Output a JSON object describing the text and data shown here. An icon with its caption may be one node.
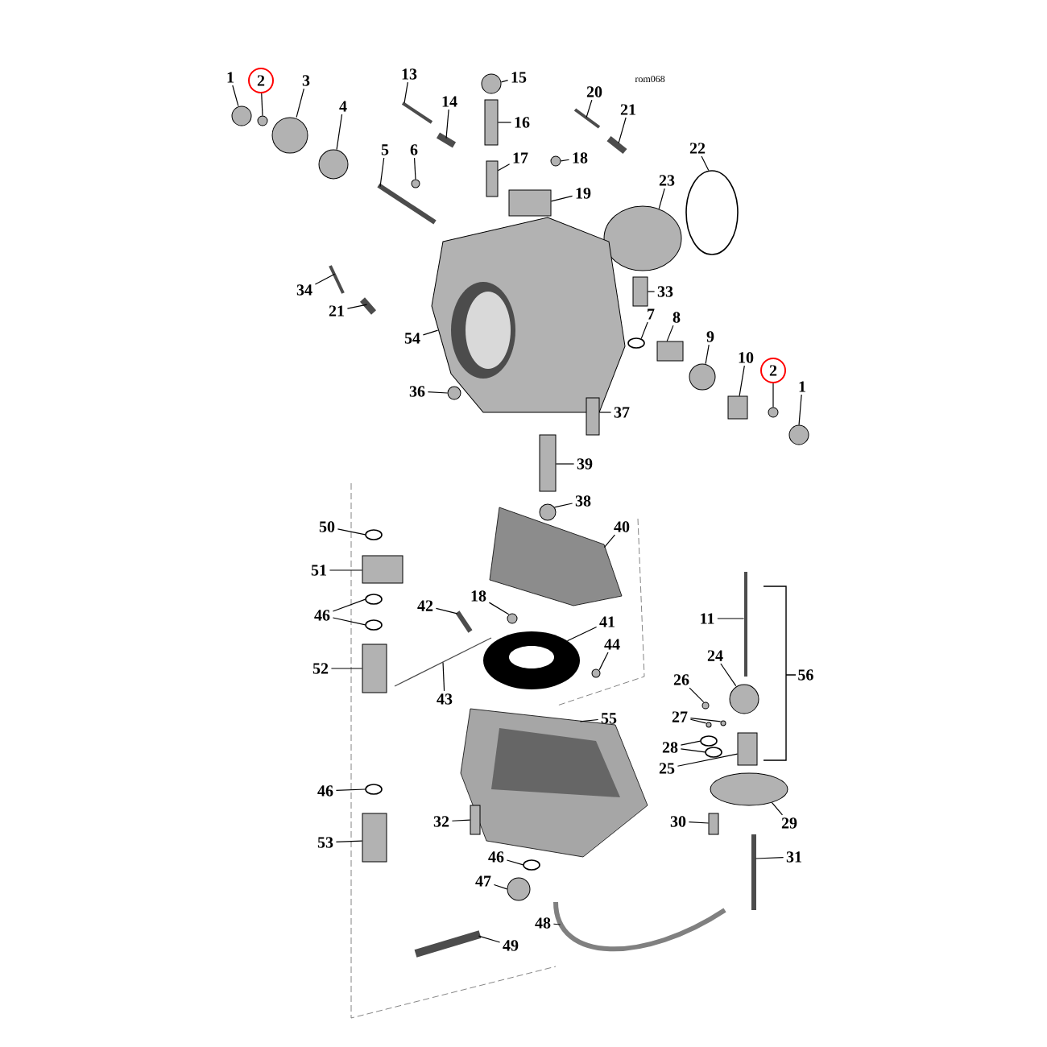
{
  "diagram": {
    "nodes": [
      {
        "text": [
          "1"
        ]
      },
      {
        "text": [
          "2"
        ]
      },
      {
        "text": [
          "3"
        ]
      },
      {
        "text": [
          "13"
        ]
      },
      {
        "text": [
          "15"
        ]
      },
      {
        "text": [
          "20"
        ]
      },
      {
        "text": [
          "4"
        ]
      },
      {
        "text": [
          "14"
        ]
      },
      {
        "text": [
          "21"
        ]
      },
      {
        "text": [
          "16"
        ]
      },
      {
        "text": [
          "22"
        ]
      },
      {
        "text": [
          "5"
        ]
      },
      {
        "text": [
          "6"
        ]
      },
      {
        "text": [
          "17"
        ]
      },
      {
        "text": [
          "18"
        ]
      },
      {
        "text": [
          "23"
        ]
      },
      {
        "text": [
          "19"
        ]
      },
      {
        "text": [
          "34"
        ]
      },
      {
        "text": [
          "33"
        ]
      },
      {
        "text": [
          "21"
        ]
      },
      {
        "text": [
          "54"
        ]
      },
      {
        "text": [
          "7"
        ]
      },
      {
        "text": [
          "8"
        ]
      },
      {
        "text": [
          "9"
        ]
      },
      {
        "text": [
          "10"
        ]
      },
      {
        "text": [
          "2"
        ]
      },
      {
        "text": [
          "1"
        ]
      },
      {
        "text": [
          "36"
        ]
      },
      {
        "text": [
          "37"
        ]
      },
      {
        "text": [
          "39"
        ]
      },
      {
        "text": [
          "38"
        ]
      },
      {
        "text": [
          "50"
        ]
      },
      {
        "text": [
          "40"
        ]
      },
      {
        "text": [
          "51"
        ]
      },
      {
        "text": [
          "18"
        ]
      },
      {
        "text": [
          "42"
        ]
      },
      {
        "text": [
          "46"
        ]
      },
      {
        "text": [
          "11"
        ]
      },
      {
        "text": [
          "41"
        ]
      },
      {
        "text": [
          "44"
        ]
      },
      {
        "text": [
          "24"
        ]
      },
      {
        "text": [
          "52"
        ]
      },
      {
        "text": [
          "26"
        ]
      },
      {
        "text": [
          "43"
        ]
      },
      {
        "text": [
          "27"
        ]
      },
      {
        "text": [
          "55"
        ]
      },
      {
        "text": [
          "28"
        ]
      },
      {
        "text": [
          "25"
        ]
      },
      {
        "text": [
          "46"
        ]
      },
      {
        "text": [
          "32"
        ]
      },
      {
        "text": [
          "30"
        ]
      },
      {
        "text": [
          "29"
        ]
      },
      {
        "text": [
          "53"
        ]
      },
      {
        "text": [
          "46"
        ]
      },
      {
        "text": [
          "31"
        ]
      },
      {
        "text": [
          "47"
        ]
      },
      {
        "text": [
          "48"
        ]
      },
      {
        "text": [
          "49"
        ]
      },
      {
        "text": [],
        "shape": "circle"
      },
      {
        "text": [],
        "shape": "circle"
      },
      {
        "text": [],
        "shape": "circle"
      },
      {
        "text": [],
        "shape": "bar"
      },
      {
        "text": [],
        "shape": "circle"
      },
      {
        "text": [],
        "shape": "bar"
      },
      {
        "text": [],
        "shape": "circle"
      },
      {
        "text": [],
        "shape": "bar"
      },
      {
        "text": [],
        "shape": "bar"
      },
      {
        "text": [],
        "shape": "box"
      },
      {
        "text": [],
        "shape": "ring"
      },
      {
        "text": [],
        "shape": "bar"
      },
      {
        "text": [],
        "shape": "circle"
      },
      {
        "text": [],
        "shape": "box"
      },
      {
        "text": [],
        "shape": "circle"
      },
      {
        "text": [],
        "shape": "ellipse"
      },
      {
        "text": [],
        "shape": "box"
      },
      {
        "text": [],
        "shape": "bar"
      },
      {
        "text": [],
        "shape": "box"
      },
      {
        "text": [],
        "shape": "bar"
      },
      {
        "text": [],
        "shape": "picture"
      },
      {
        "text": [],
        "shape": "ring"
      },
      {
        "text": [],
        "shape": "box"
      },
      {
        "text": [],
        "shape": "circle"
      },
      {
        "text": [],
        "shape": "box"
      },
      {
        "text": [],
        "shape": "circle"
      },
      {
        "text": [],
        "shape": "circle"
      },
      {
        "text": [],
        "shape": "circle"
      },
      {
        "text": [],
        "shape": "box"
      },
      {
        "text": [],
        "shape": "box"
      },
      {
        "text": [],
        "shape": "circle"
      },
      {
        "text": [],
        "shape": "ring"
      },
      {
        "text": [],
        "shape": "picture"
      },
      {
        "text": [],
        "shape": "box"
      },
      {
        "text": [],
        "shape": "circle"
      },
      {
        "text": [],
        "shape": "bar"
      },
      {
        "text": [],
        "shape": "ring"
      },
      {
        "text": [],
        "shape": "ring"
      },
      {
        "text": [],
        "shape": "bar"
      },
      {
        "text": [],
        "shape": "picture"
      },
      {
        "text": [],
        "shape": "circle"
      },
      {
        "text": [],
        "shape": "circle"
      },
      {
        "text": [],
        "shape": "box"
      },
      {
        "text": [],
        "shape": "circle"
      },
      {
        "text": [],
        "shape": "bar"
      },
      {
        "text": [],
        "shape": "circle"
      },
      {
        "text": [],
        "shape": "circle"
      },
      {
        "text": [],
        "shape": "picture"
      },
      {
        "text": [],
        "shape": "ring"
      },
      {
        "text": [],
        "shape": "ring"
      },
      {
        "text": [],
        "shape": "box"
      },
      {
        "text": [],
        "shape": "ring"
      },
      {
        "text": [],
        "shape": "box"
      },
      {
        "text": [],
        "shape": "box"
      },
      {
        "text": [],
        "shape": "ellipse"
      },
      {
        "text": [],
        "shape": "box"
      },
      {
        "text": [],
        "shape": "ring"
      },
      {
        "text": [],
        "shape": "bar"
      },
      {
        "text": [],
        "shape": "circle"
      },
      {
        "text": [],
        "shape": "picture"
      },
      {
        "text": [],
        "shape": "bar"
      }
    ],
    "edges": [
      {
        "from": 0,
        "to": 58,
        "arrow": "none"
      },
      {
        "from": 1,
        "to": 59,
        "arrow": "none"
      },
      {
        "from": 2,
        "to": 60,
        "arrow": "none"
      },
      {
        "from": 3,
        "to": 61,
        "arrow": "none"
      },
      {
        "from": 4,
        "to": 62,
        "arrow": "none"
      },
      {
        "from": 5,
        "to": 63,
        "arrow": "none"
      },
      {
        "from": 6,
        "to": 64,
        "arrow": "none"
      },
      {
        "from": 7,
        "to": 65,
        "arrow": "none"
      },
      {
        "from": 8,
        "to": 66,
        "arrow": "none"
      },
      {
        "from": 9,
        "to": 67,
        "arrow": "none"
      },
      {
        "from": 10,
        "to": 68,
        "arrow": "none"
      },
      {
        "from": 11,
        "to": 69,
        "arrow": "none"
      },
      {
        "from": 12,
        "to": 70,
        "arrow": "none"
      },
      {
        "from": 13,
        "to": 71,
        "arrow": "none"
      },
      {
        "from": 14,
        "to": 72,
        "arrow": "none"
      },
      {
        "from": 15,
        "to": 73,
        "arrow": "none"
      },
      {
        "from": 16,
        "to": 74,
        "arrow": "none"
      },
      {
        "from": 17,
        "to": 75,
        "arrow": "none"
      },
      {
        "from": 18,
        "to": 76,
        "arrow": "none"
      },
      {
        "from": 19,
        "to": 77,
        "arrow": "none"
      },
      {
        "from": 20,
        "to": 78,
        "arrow": "none"
      },
      {
        "from": 21,
        "to": 79,
        "arrow": "none"
      },
      {
        "from": 22,
        "to": 80,
        "arrow": "none"
      },
      {
        "from": 23,
        "to": 81,
        "arrow": "none"
      },
      {
        "from": 24,
        "to": 82,
        "arrow": "none"
      },
      {
        "from": 25,
        "to": 83,
        "arrow": "none"
      },
      {
        "from": 26,
        "to": 84,
        "arrow": "none"
      },
      {
        "from": 27,
        "to": 85,
        "arrow": "none"
      },
      {
        "from": 28,
        "to": 86,
        "arrow": "none"
      },
      {
        "from": 29,
        "to": 87,
        "arrow": "none"
      },
      {
        "from": 30,
        "to": 88,
        "arrow": "none"
      },
      {
        "from": 31,
        "to": 89,
        "arrow": "none"
      },
      {
        "from": 32,
        "to": 90,
        "arrow": "none"
      },
      {
        "from": 33,
        "to": 91,
        "arrow": "none"
      },
      {
        "from": 34,
        "to": 92,
        "arrow": "none"
      },
      {
        "from": 35,
        "to": 93,
        "arrow": "none"
      },
      {
        "from": 36,
        "to": 94,
        "arrow": "none"
      },
      {
        "from": 36,
        "to": 95,
        "arrow": "none"
      },
      {
        "from": 37,
        "to": 96,
        "arrow": "none"
      },
      {
        "from": 38,
        "to": 97,
        "arrow": "none"
      },
      {
        "from": 39,
        "to": 98,
        "arrow": "none"
      },
      {
        "from": 40,
        "to": 99,
        "arrow": "none"
      },
      {
        "from": 41,
        "to": 100,
        "arrow": "none"
      },
      {
        "from": 42,
        "to": 101,
        "arrow": "none"
      },
      {
        "from": 43,
        "to": 102,
        "arrow": "none"
      },
      {
        "from": 44,
        "to": 103,
        "arrow": "none"
      },
      {
        "from": 44,
        "to": 104,
        "arrow": "none"
      },
      {
        "from": 45,
        "to": 105,
        "arrow": "none"
      },
      {
        "from": 46,
        "to": 106,
        "arrow": "none"
      },
      {
        "from": 46,
        "to": 107,
        "arrow": "none"
      },
      {
        "from": 47,
        "to": 108,
        "arrow": "none"
      },
      {
        "from": 48,
        "to": 109,
        "arrow": "none"
      },
      {
        "from": 49,
        "to": 110,
        "arrow": "none"
      },
      {
        "from": 50,
        "to": 111,
        "arrow": "none"
      },
      {
        "from": 51,
        "to": 112,
        "arrow": "none"
      },
      {
        "from": 52,
        "to": 113,
        "arrow": "none"
      },
      {
        "from": 53,
        "to": 114,
        "arrow": "none"
      },
      {
        "from": 54,
        "to": 115,
        "arrow": "none"
      },
      {
        "from": 55,
        "to": 116,
        "arrow": "none"
      },
      {
        "from": 56,
        "to": 117,
        "arrow": "none"
      },
      {
        "from": 57,
        "to": 118,
        "arrow": "none"
      }
    ],
    "labels": [
      "rom068",
      "56"
    ]
  }
}
